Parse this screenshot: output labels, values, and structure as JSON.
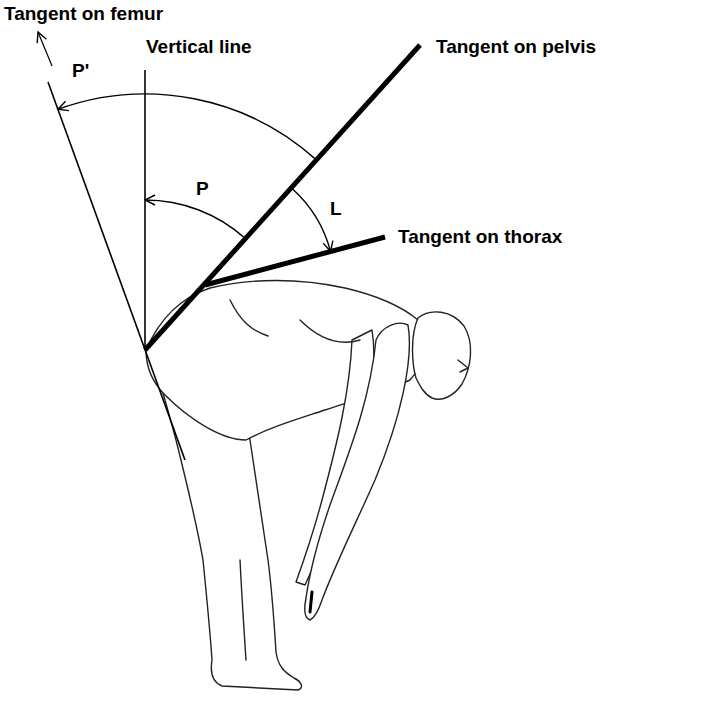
{
  "diagram": {
    "labels": [
      "Tangent on femur",
      "Vertical line",
      "Tangent on pelvis",
      "Tangent on thorax",
      "P'",
      "P",
      "L"
    ]
  }
}
